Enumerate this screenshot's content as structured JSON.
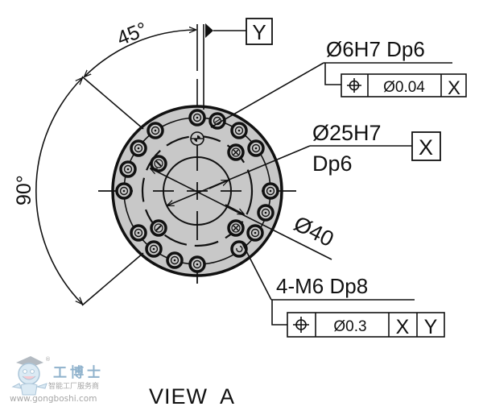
{
  "drawing": {
    "title": "VIEW A",
    "angle_dims": [
      {
        "label": "45°",
        "description": "angular spacing between vertical axis and diagonal"
      },
      {
        "label": "90°",
        "description": "angular span between diagonals on left"
      }
    ],
    "datum_y": {
      "label": "Y"
    },
    "callouts": {
      "pin_hole": {
        "spec": "Ø6H7 Dp6",
        "fcf": {
          "symbol": "position",
          "tolerance": "Ø0.04",
          "datums": [
            "X"
          ]
        }
      },
      "bore": {
        "spec_line1": "Ø25H7",
        "spec_line2": "Dp6",
        "datum": "X"
      },
      "pcd": {
        "spec": "Ø40"
      },
      "tapped_holes": {
        "spec": "4-M6 Dp8",
        "fcf": {
          "symbol": "position",
          "tolerance": "Ø0.3",
          "datums": [
            "X",
            "Y"
          ]
        }
      }
    },
    "colors": {
      "line": "#111111",
      "flange_fill": "#c8c8c8",
      "background": "#ffffff"
    }
  },
  "watermark": {
    "brand_cn": "工博士",
    "tagline_cn": "智能工厂服务商",
    "url": "www.gongboshi.com",
    "registered": "®"
  }
}
